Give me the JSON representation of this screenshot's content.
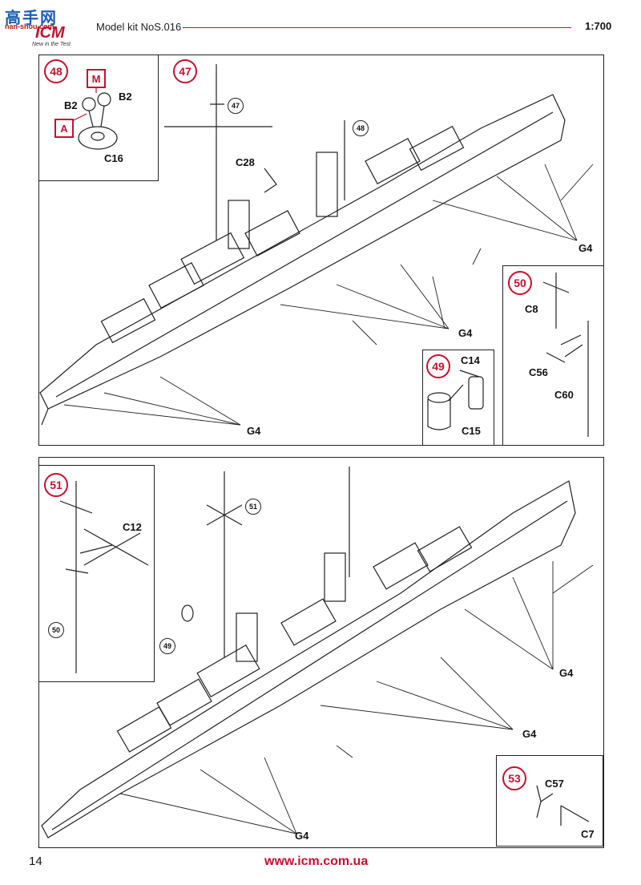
{
  "header": {
    "logo_cn": "高手网",
    "logo_url": "nan-shou.com",
    "logo_brand": "ICM",
    "logo_tagline": "New in the Test",
    "title": "Model kit NoS.016",
    "scale": "1:700"
  },
  "footer": {
    "page_number": "14",
    "website": "www.icm.com.ua"
  },
  "upper_panel": {
    "step_main": "47",
    "ref_47": "47",
    "ref_48": "48",
    "part_c28": "C28",
    "part_g4_right": "G4",
    "part_g4_mid": "G4",
    "part_g4_bottom": "G4"
  },
  "step48": {
    "step": "48",
    "marker_m": "M",
    "marker_a": "A",
    "part_b2_left": "B2",
    "part_b2_right": "B2",
    "part_c16": "C16"
  },
  "step49": {
    "step": "49",
    "part_c14": "C14",
    "part_c15": "C15"
  },
  "step50": {
    "step": "50",
    "part_c8": "C8",
    "part_c56": "C56",
    "part_c60": "C60"
  },
  "lower_panel": {
    "ref_51": "51",
    "ref_49": "49",
    "part_g4_right": "G4",
    "part_g4_mid": "G4",
    "part_g4_bottom": "G4"
  },
  "step51": {
    "step": "51",
    "part_c12": "C12",
    "ref_50": "50"
  },
  "step53": {
    "step": "53",
    "part_c57": "C57",
    "part_c7": "C7"
  },
  "colors": {
    "accent": "#c8102e",
    "line": "#222222"
  }
}
